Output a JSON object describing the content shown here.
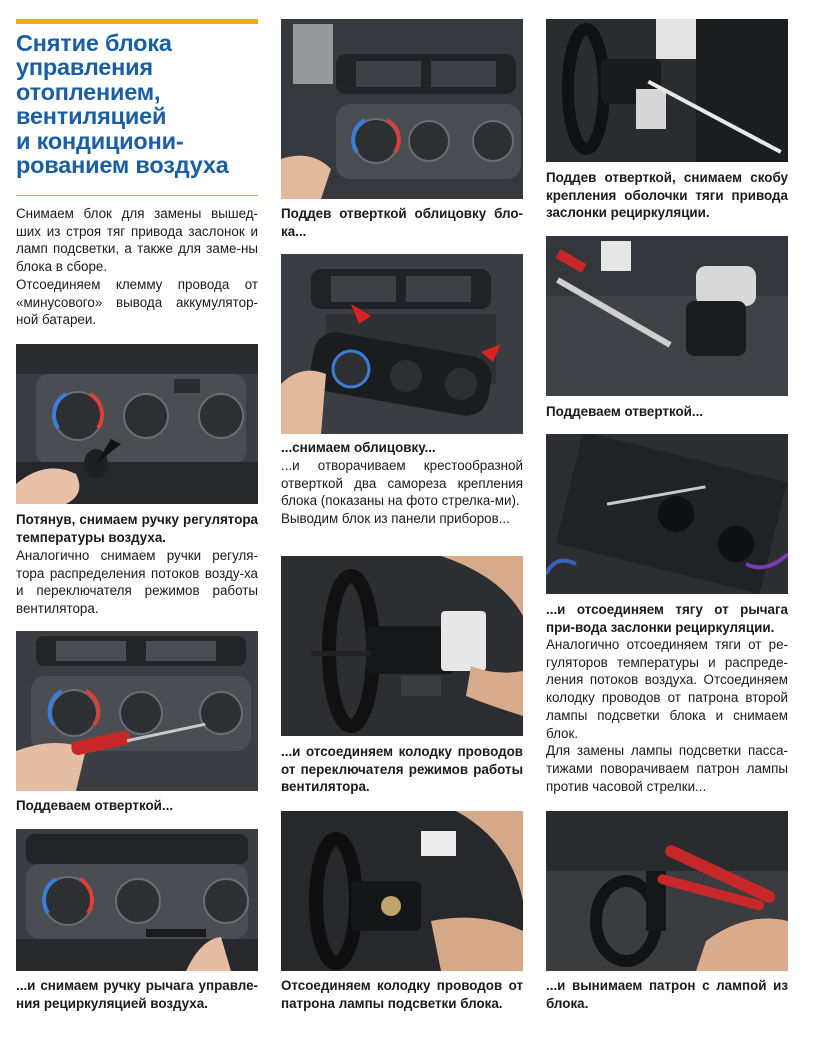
{
  "title": "Снятие блока управления отоплением, вентиляцией и кондициони-рованием воздуха",
  "title_lines": [
    "Снятие блока",
    "управления",
    "отоплением,",
    "вентиляцией",
    "и кондициони-",
    "рованием воздуха"
  ],
  "intro": {
    "p1": "Снимаем блок для замены вышед-ших из строя тяг привода заслонок и ламп подсветки, а также для заме-ны блока в сборе.",
    "p2": "Отсоединяем клемму провода от «минусового» вывода аккумулятор-ной батареи."
  },
  "captions": {
    "c1_bold": "Потянув, снимаем ручку регулятора температуры воздуха.",
    "c1_text": "Аналогично снимаем ручки регуля-тора распределения потоков возду-ха и переключателя режимов работы вентилятора.",
    "c2_bold": "Поддеваем отверткой...",
    "c3_bold": "...и снимаем ручку рычага управле-ния рециркуляцией воздуха.",
    "c4_bold": "Поддев отверткой облицовку бло-ка...",
    "c5_bold": "...снимаем облицовку...",
    "c5_text1": "...и отворачиваем крестообразной отверткой два самореза крепления блока (показаны на фото стрелка-ми).",
    "c5_text2": "Выводим блок из панели приборов...",
    "c6_bold": "...и отсоединяем колодку проводов от переключателя режимов работы вентилятора.",
    "c7_bold": "Отсоединяем колодку проводов от патрона лампы подсветки блока.",
    "c8_bold": "Поддев отверткой, снимаем скобу крепления оболочки тяги привода заслонки рециркуляции.",
    "c9_bold": "Поддеваем отверткой...",
    "c10_bold": "...и отсоединяем тягу от рычага при-вода заслонки рециркуляции.",
    "c10_text1": "Аналогично отсоединяем тяги от ре-гуляторов температуры и распреде-ления потоков воздуха. Отсоединяем колодку проводов от патрона второй лампы подсветки блока и снимаем блок.",
    "c10_text2": "Для замены лампы подсветки пасса-тижами поворачиваем патрон лампы против часовой стрелки...",
    "c11_bold": "...и вынимаем патрон с лампой из блока."
  },
  "colors": {
    "accent_orange": "#f2a81c",
    "title_blue": "#1a5fa3",
    "arrow_red": "#d8231f"
  }
}
